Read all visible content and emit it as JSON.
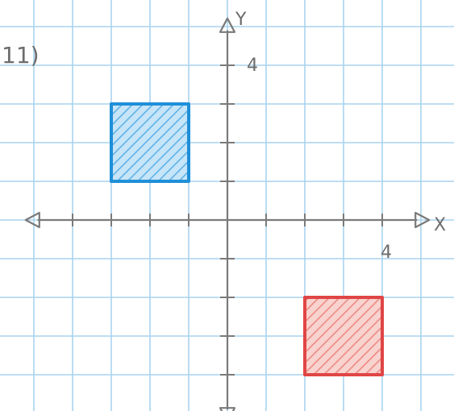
{
  "problem_number": "11)",
  "axes": {
    "x_label": "X",
    "y_label": "Y",
    "x_tick_label": "4",
    "y_tick_label": "4",
    "x_range": [
      -4,
      4
    ],
    "y_range": [
      -4,
      4
    ]
  },
  "colors": {
    "grid": "#a9d4ee",
    "axis": "#7a7a7a",
    "blue": "#1f8fd8",
    "blue_fill": "#9fd0f2",
    "red": "#e04545",
    "red_fill": "#f4a9a3"
  },
  "shapes": [
    {
      "name": "blue-square",
      "vertices": [
        [
          -3,
          3
        ],
        [
          -1,
          3
        ],
        [
          -1,
          1
        ],
        [
          -3,
          1
        ]
      ],
      "color": "blue"
    },
    {
      "name": "red-square",
      "vertices": [
        [
          2,
          -2
        ],
        [
          4,
          -2
        ],
        [
          4,
          -4
        ],
        [
          2,
          -4
        ]
      ],
      "color": "red"
    }
  ]
}
